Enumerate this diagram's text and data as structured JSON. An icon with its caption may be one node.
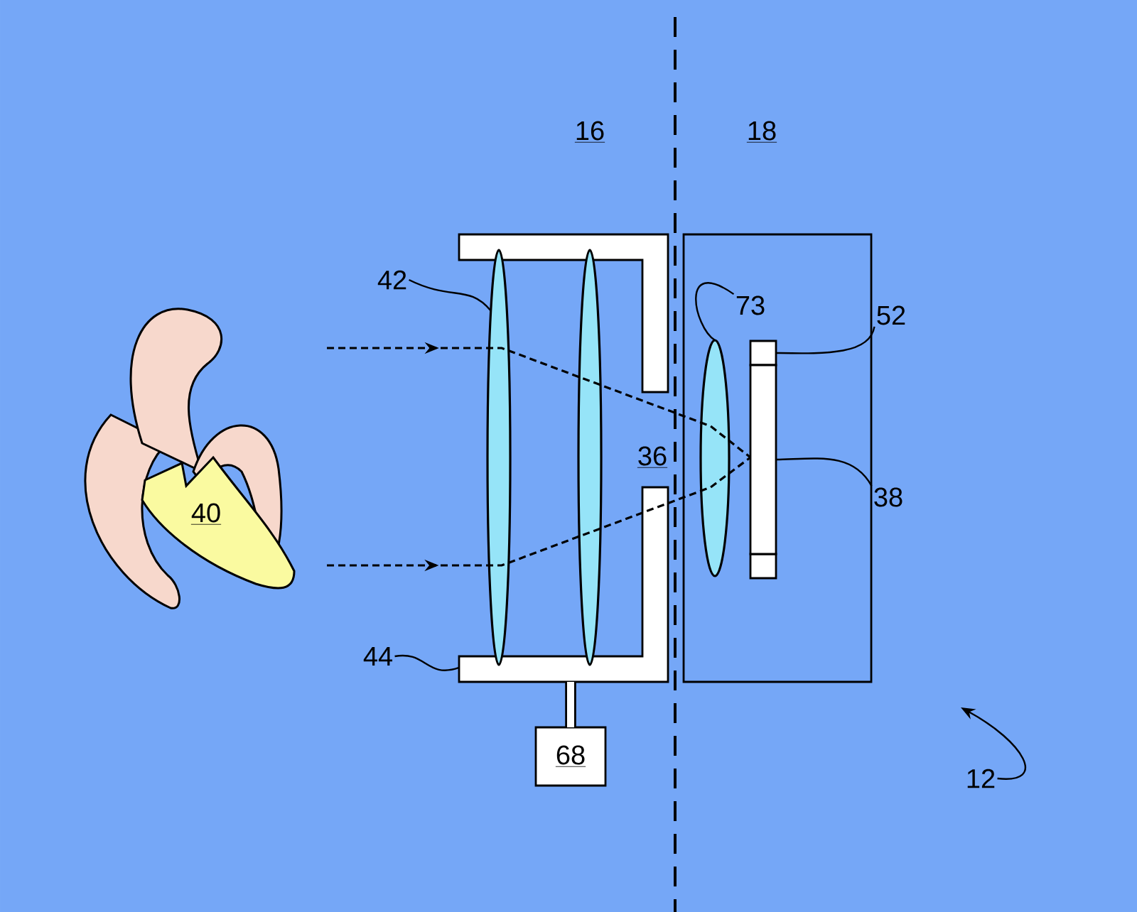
{
  "diagram": {
    "nodes": [
      {
        "text": [
          "40"
        ]
      },
      {
        "text": [],
        "shape": "box"
      },
      {
        "text": [],
        "shape": "ellipse",
        "in": 1
      },
      {
        "text": [],
        "shape": "ellipse",
        "in": 1
      },
      {
        "text": [],
        "shape": "box"
      },
      {
        "text": [],
        "shape": "ellipse",
        "in": 4
      },
      {
        "text": [],
        "shape": "bar",
        "in": 4
      },
      {
        "text": [],
        "shape": "bar",
        "in": 4
      },
      {
        "text": [
          "68"
        ]
      },
      {
        "text": [
          "42"
        ]
      },
      {
        "text": [
          "44"
        ]
      },
      {
        "text": [
          "73"
        ],
        "in": 4
      },
      {
        "text": [
          "52"
        ]
      },
      {
        "text": [
          "38"
        ]
      },
      {
        "text": [
          "12"
        ]
      }
    ],
    "edges": [
      {
        "from": 9,
        "to": 2,
        "arrow": "none"
      },
      {
        "from": 10,
        "to": 1,
        "arrow": "none"
      },
      {
        "from": 11,
        "to": 5,
        "arrow": "none"
      },
      {
        "from": 12,
        "to": 6,
        "arrow": "none"
      },
      {
        "from": 13,
        "to": 7,
        "arrow": "none"
      },
      {
        "from": 14,
        "to": null,
        "arrow": "to"
      },
      {
        "from": 8,
        "to": 1,
        "arrow": "none",
        "style": "thick"
      }
    ],
    "labels": [
      "16",
      "18",
      "36"
    ]
  }
}
